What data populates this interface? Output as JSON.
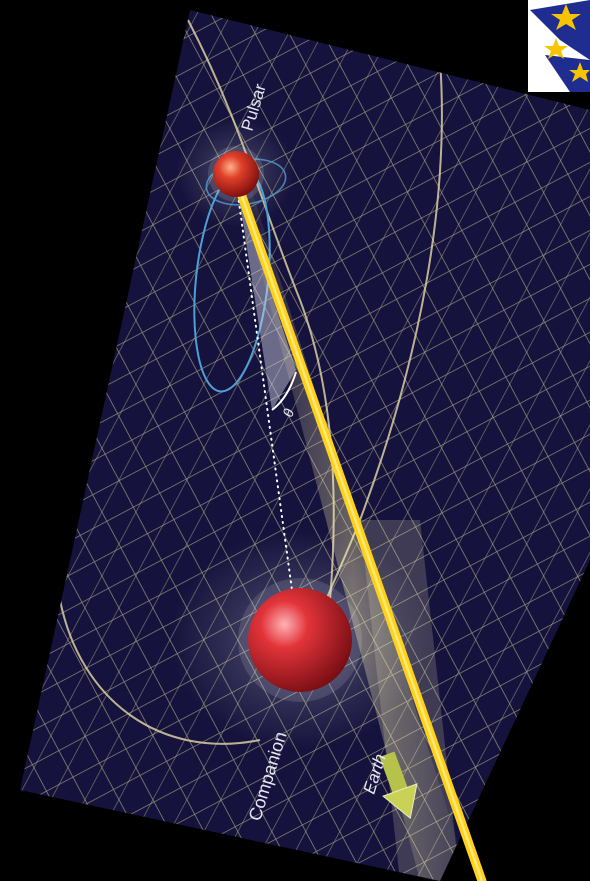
{
  "labels": {
    "pulsar": "Pulsar",
    "companion": "Companion",
    "earth": "Earth",
    "angle": "θ"
  },
  "colors": {
    "background": "#000000",
    "panel": "#15123d",
    "grid": "#b8b48a",
    "beam": "#ffd21a",
    "pulsar": "#d62a1c",
    "companion": "#cf1f24",
    "orbit": "#4f9fd6",
    "earth_arrow": "#b7c24a"
  },
  "icons": {
    "logo": "eu-stars-flag-icon"
  }
}
